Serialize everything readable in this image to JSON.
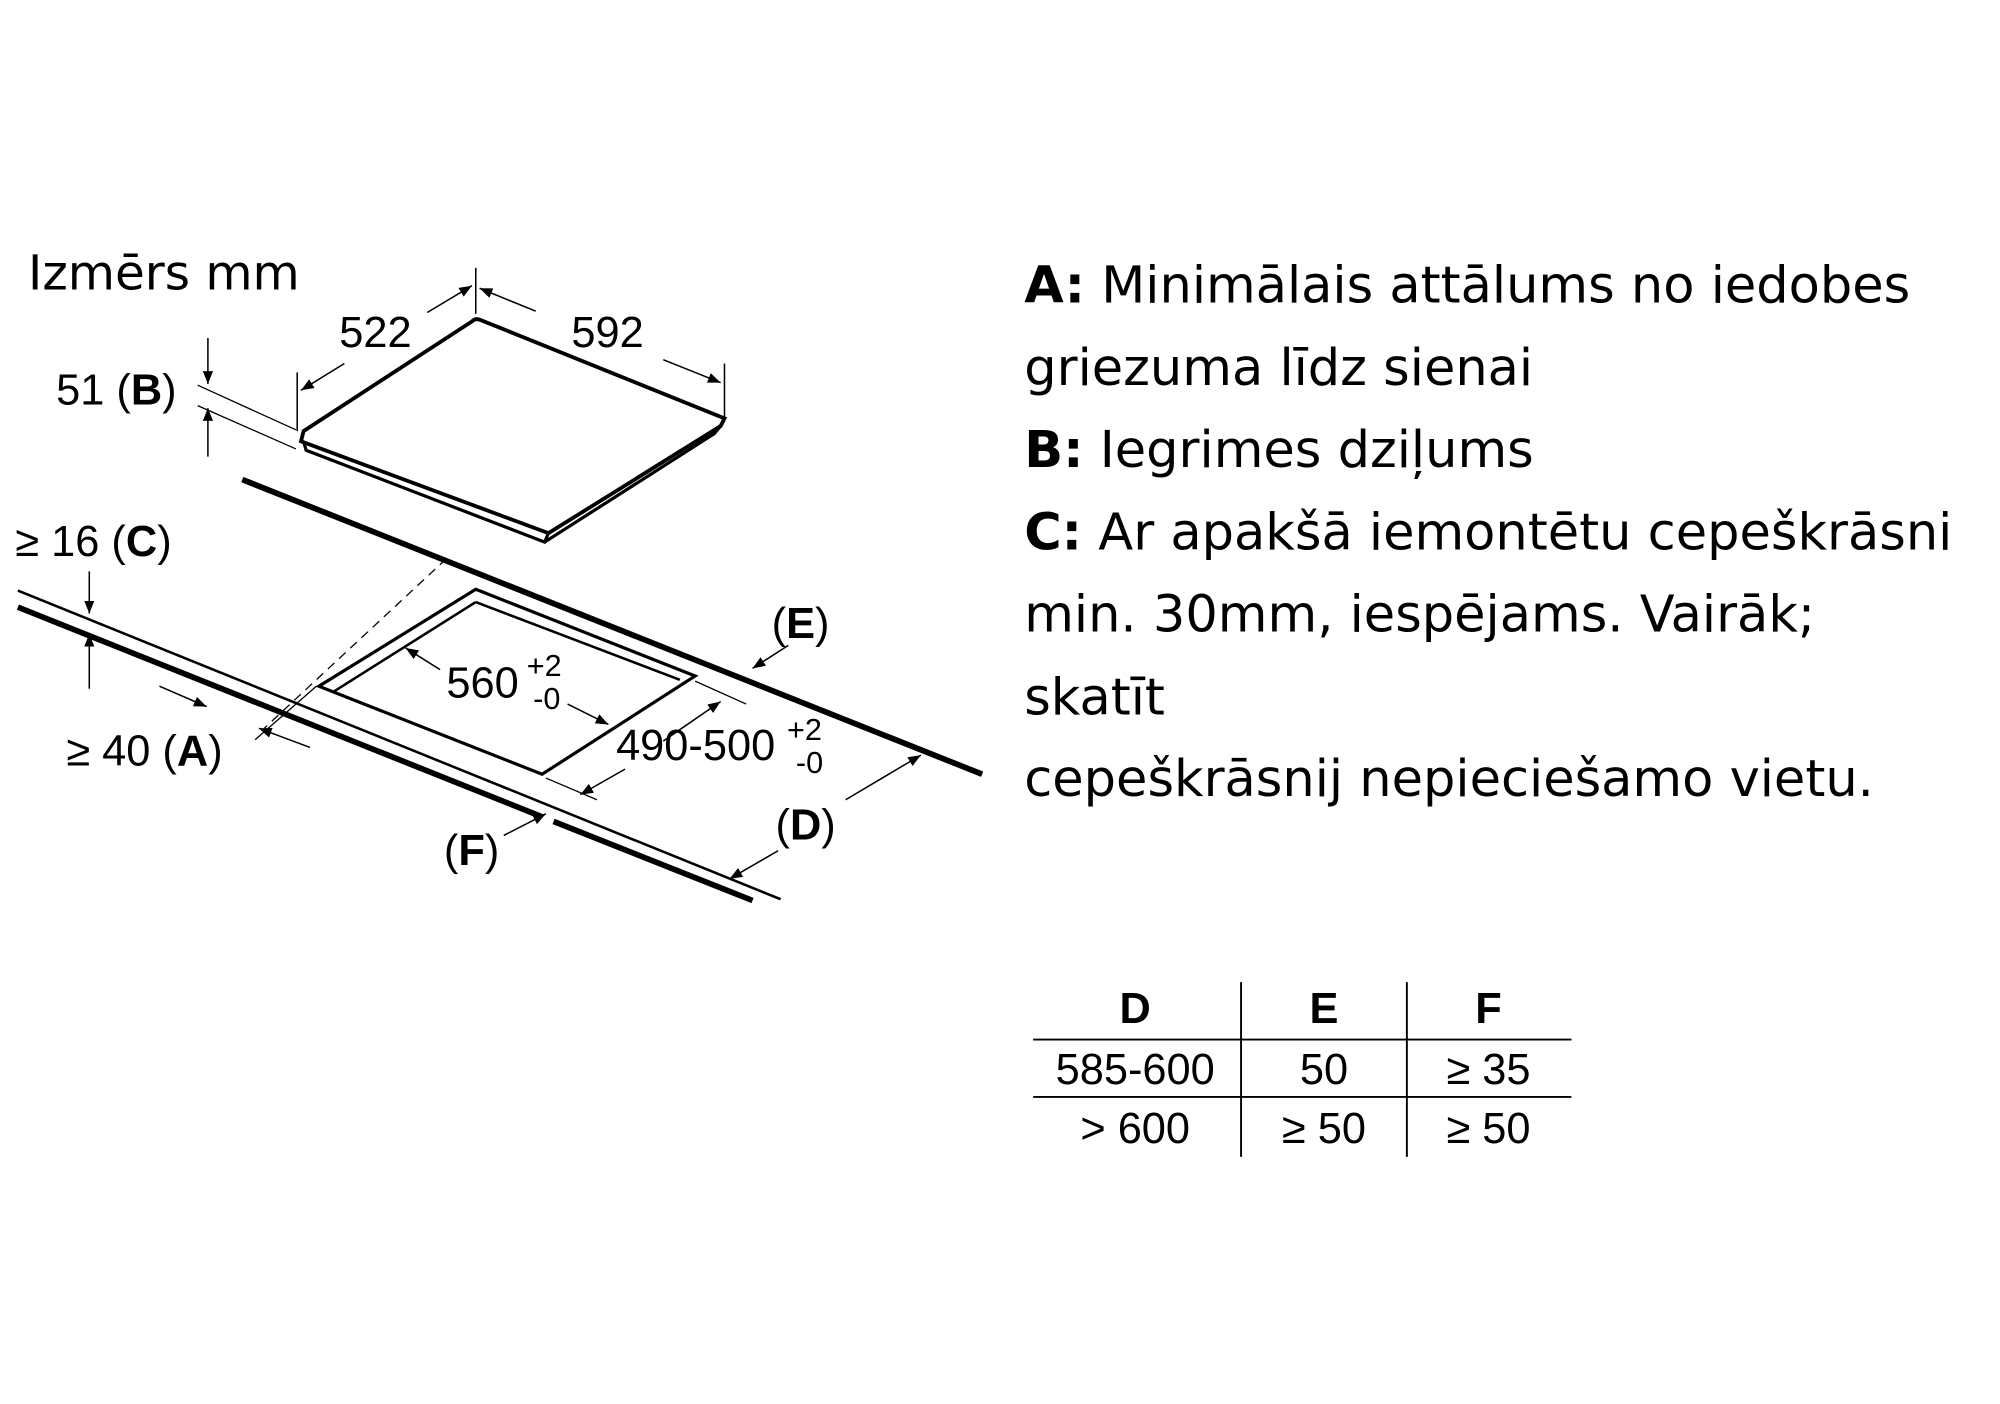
{
  "diagram": {
    "title": "Izmērs mm",
    "dim_depth": "522",
    "dim_width": "592",
    "dim_b_value": "51 (",
    "dim_b_letter": "B",
    "dim_c_value": "≥ 16 (",
    "dim_c_letter": "C",
    "dim_a_value": "≥ 40 (",
    "dim_a_letter": "A",
    "label_e": "E",
    "label_d": "D",
    "label_f": "F",
    "paren_open": "(",
    "paren_close": ")",
    "cutout_width": "560",
    "cutout_width_tol_plus": "+2",
    "cutout_width_tol_minus": "-0",
    "cutout_depth": "490-500",
    "cutout_depth_tol_plus": "+2",
    "cutout_depth_tol_minus": "-0"
  },
  "legend": [
    {
      "key": "A:",
      "text": " Minimālais attālums no iedobes"
    },
    {
      "key": "",
      "text": "griezuma līdz sienai"
    },
    {
      "key": "B:",
      "text": " Iegrimes dziļums"
    },
    {
      "key": "C:",
      "text": " Ar apakšā iemontētu cepeškrāsni"
    },
    {
      "key": "",
      "text": "min. 30mm, iespējams. Vairāk;"
    },
    {
      "key": "",
      "text": "skatīt"
    },
    {
      "key": "",
      "text": "cepeškrāsnij nepieciešamo vietu."
    }
  ],
  "table": {
    "headers": [
      "D",
      "E",
      "F"
    ],
    "rows": [
      [
        "585-600",
        "50",
        "≥ 35"
      ],
      [
        "> 600",
        "≥ 50",
        "≥ 50"
      ]
    ]
  }
}
